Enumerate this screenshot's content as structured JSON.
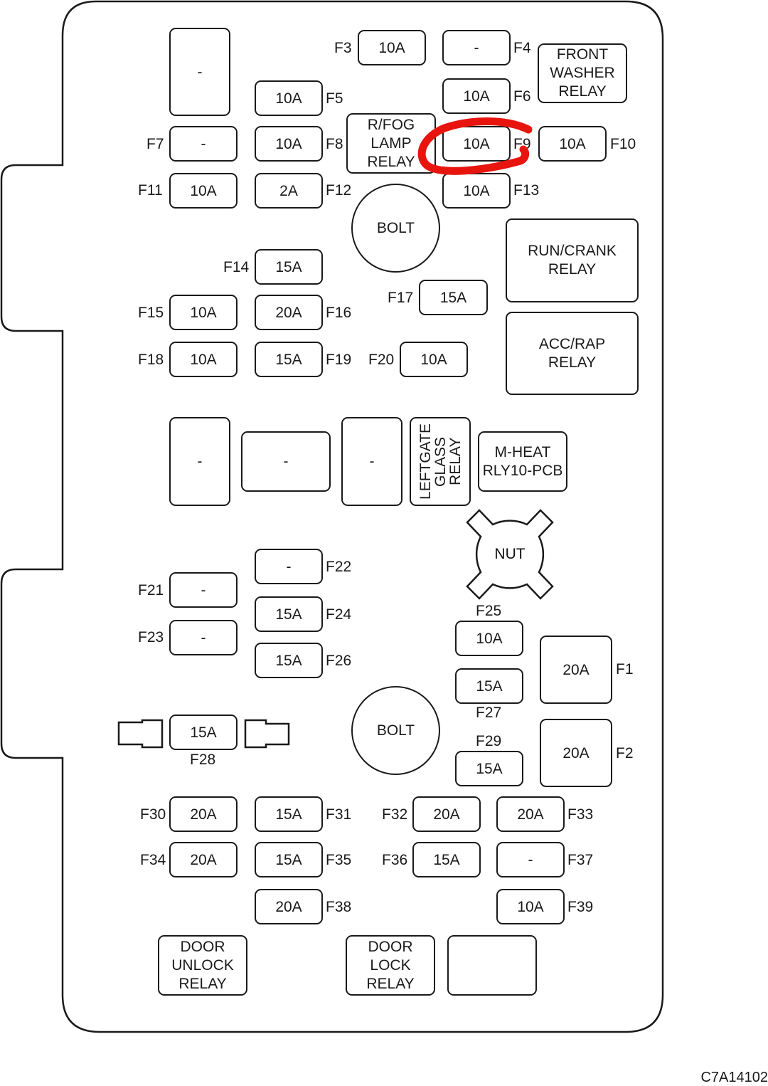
{
  "diagram": {
    "title": "Fuse block layout",
    "code": "C7A14102",
    "annotation": {
      "type": "hand-drawn circle",
      "target": "F9",
      "color": "#e8150f"
    },
    "bolts": [
      "BOLT",
      "BOLT"
    ],
    "nut": "NUT"
  },
  "fuses": {
    "F1": {
      "label": "F1",
      "rating": "20A"
    },
    "F2": {
      "label": "F2",
      "rating": "20A"
    },
    "F3": {
      "label": "F3",
      "rating": "10A"
    },
    "F4": {
      "label": "F4",
      "rating": "-"
    },
    "F5": {
      "label": "F5",
      "rating": "10A"
    },
    "F6": {
      "label": "F6",
      "rating": "10A"
    },
    "F7": {
      "label": "F7",
      "rating": "-"
    },
    "F8": {
      "label": "F8",
      "rating": "10A"
    },
    "F9": {
      "label": "F9",
      "rating": "10A"
    },
    "F10": {
      "label": "F10",
      "rating": "10A"
    },
    "F11": {
      "label": "F11",
      "rating": "10A"
    },
    "F12": {
      "label": "F12",
      "rating": "2A"
    },
    "F13": {
      "label": "F13",
      "rating": "10A"
    },
    "F14": {
      "label": "F14",
      "rating": "15A"
    },
    "F15": {
      "label": "F15",
      "rating": "10A"
    },
    "F16": {
      "label": "F16",
      "rating": "20A"
    },
    "F17": {
      "label": "F17",
      "rating": "15A"
    },
    "F18": {
      "label": "F18",
      "rating": "10A"
    },
    "F19": {
      "label": "F19",
      "rating": "15A"
    },
    "F20": {
      "label": "F20",
      "rating": "10A"
    },
    "F21": {
      "label": "F21",
      "rating": "-"
    },
    "F22": {
      "label": "F22",
      "rating": "-"
    },
    "F23": {
      "label": "F23",
      "rating": "-"
    },
    "F24": {
      "label": "F24",
      "rating": "15A"
    },
    "F25": {
      "label": "F25",
      "rating": "10A"
    },
    "F26": {
      "label": "F26",
      "rating": "15A"
    },
    "F27": {
      "label": "F27",
      "rating": "15A"
    },
    "F28": {
      "label": "F28",
      "rating": "15A"
    },
    "F29": {
      "label": "F29",
      "rating": "15A"
    },
    "F30": {
      "label": "F30",
      "rating": "20A"
    },
    "F31": {
      "label": "F31",
      "rating": "15A"
    },
    "F32": {
      "label": "F32",
      "rating": "20A"
    },
    "F33": {
      "label": "F33",
      "rating": "20A"
    },
    "F34": {
      "label": "F34",
      "rating": "20A"
    },
    "F35": {
      "label": "F35",
      "rating": "15A"
    },
    "F36": {
      "label": "F36",
      "rating": "15A"
    },
    "F37": {
      "label": "F37",
      "rating": "-"
    },
    "F38": {
      "label": "F38",
      "rating": "20A"
    },
    "F39": {
      "label": "F39",
      "rating": "10A"
    }
  },
  "relays": {
    "front_washer": "FRONT\nWASHER\nRELAY",
    "rfog_lamp": "R/FOG\nLAMP\nRELAY",
    "run_crank": "RUN/CRANK\nRELAY",
    "acc_rap": "ACC/RAP\nRELAY",
    "leftgate_glass": "LEFTGATE\nGLASS\nRELAY",
    "m_heat": "M-HEAT\nRLY10-PCB",
    "door_unlock": "DOOR\nUNLOCK\nRELAY",
    "door_lock": "DOOR\nLOCK\nRELAY",
    "empty_top_left": "-",
    "empty_mid_1": "-",
    "empty_mid_2": "-",
    "empty_mid_3": "-",
    "empty_bottom": ""
  }
}
